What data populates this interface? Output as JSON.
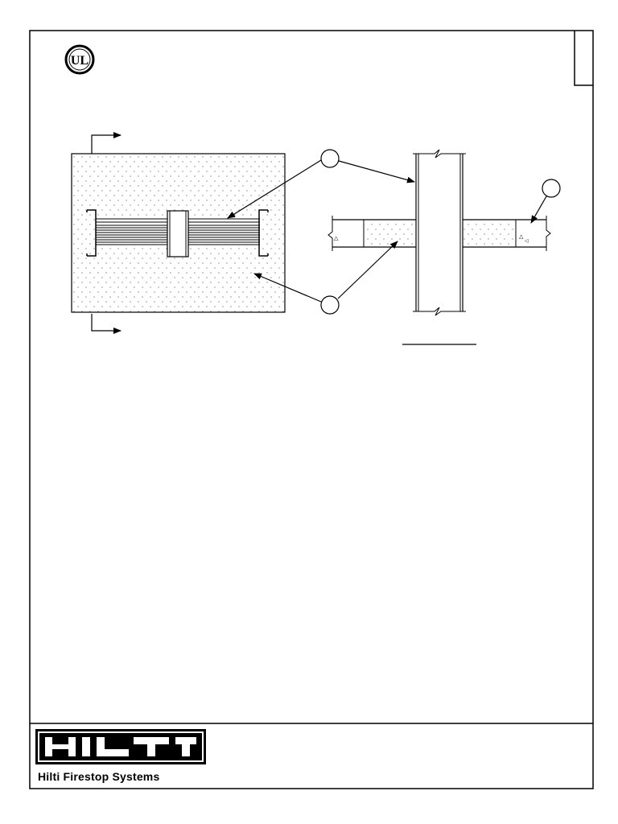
{
  "document": {
    "footer": {
      "company_line": "Hilti Firestop Systems",
      "logo_wordmark": "HILTI"
    },
    "marks": {
      "certification": "UL"
    }
  }
}
